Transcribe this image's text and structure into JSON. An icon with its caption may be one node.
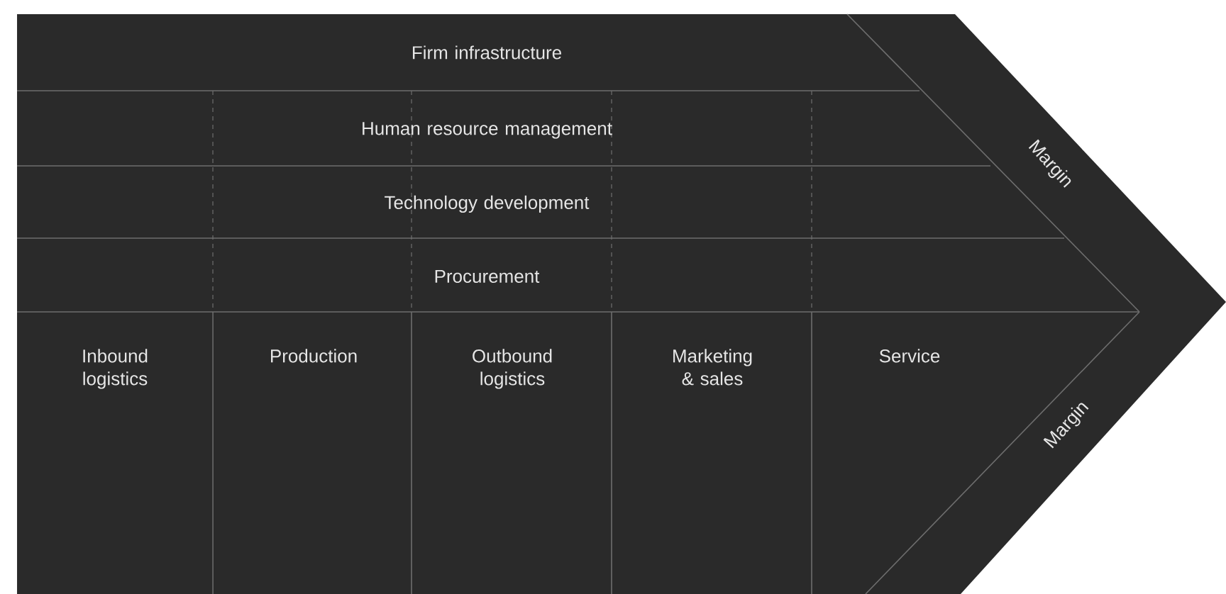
{
  "diagram": {
    "nodes": [
      {
        "text": [
          "Firm infrastructure"
        ]
      },
      {
        "text": [
          "Human resource management"
        ]
      },
      {
        "text": [
          "Technology development"
        ]
      },
      {
        "text": [
          "Procurement"
        ]
      },
      {
        "text": [
          "Inbound logistics"
        ]
      },
      {
        "text": [
          "Production"
        ]
      },
      {
        "text": [
          "Outbound logistics"
        ]
      },
      {
        "text": [
          "Marketing & sales"
        ]
      },
      {
        "text": [
          "Service"
        ]
      },
      {
        "text": [
          "Margin"
        ]
      },
      {
        "text": [
          "Margin"
        ]
      }
    ]
  }
}
